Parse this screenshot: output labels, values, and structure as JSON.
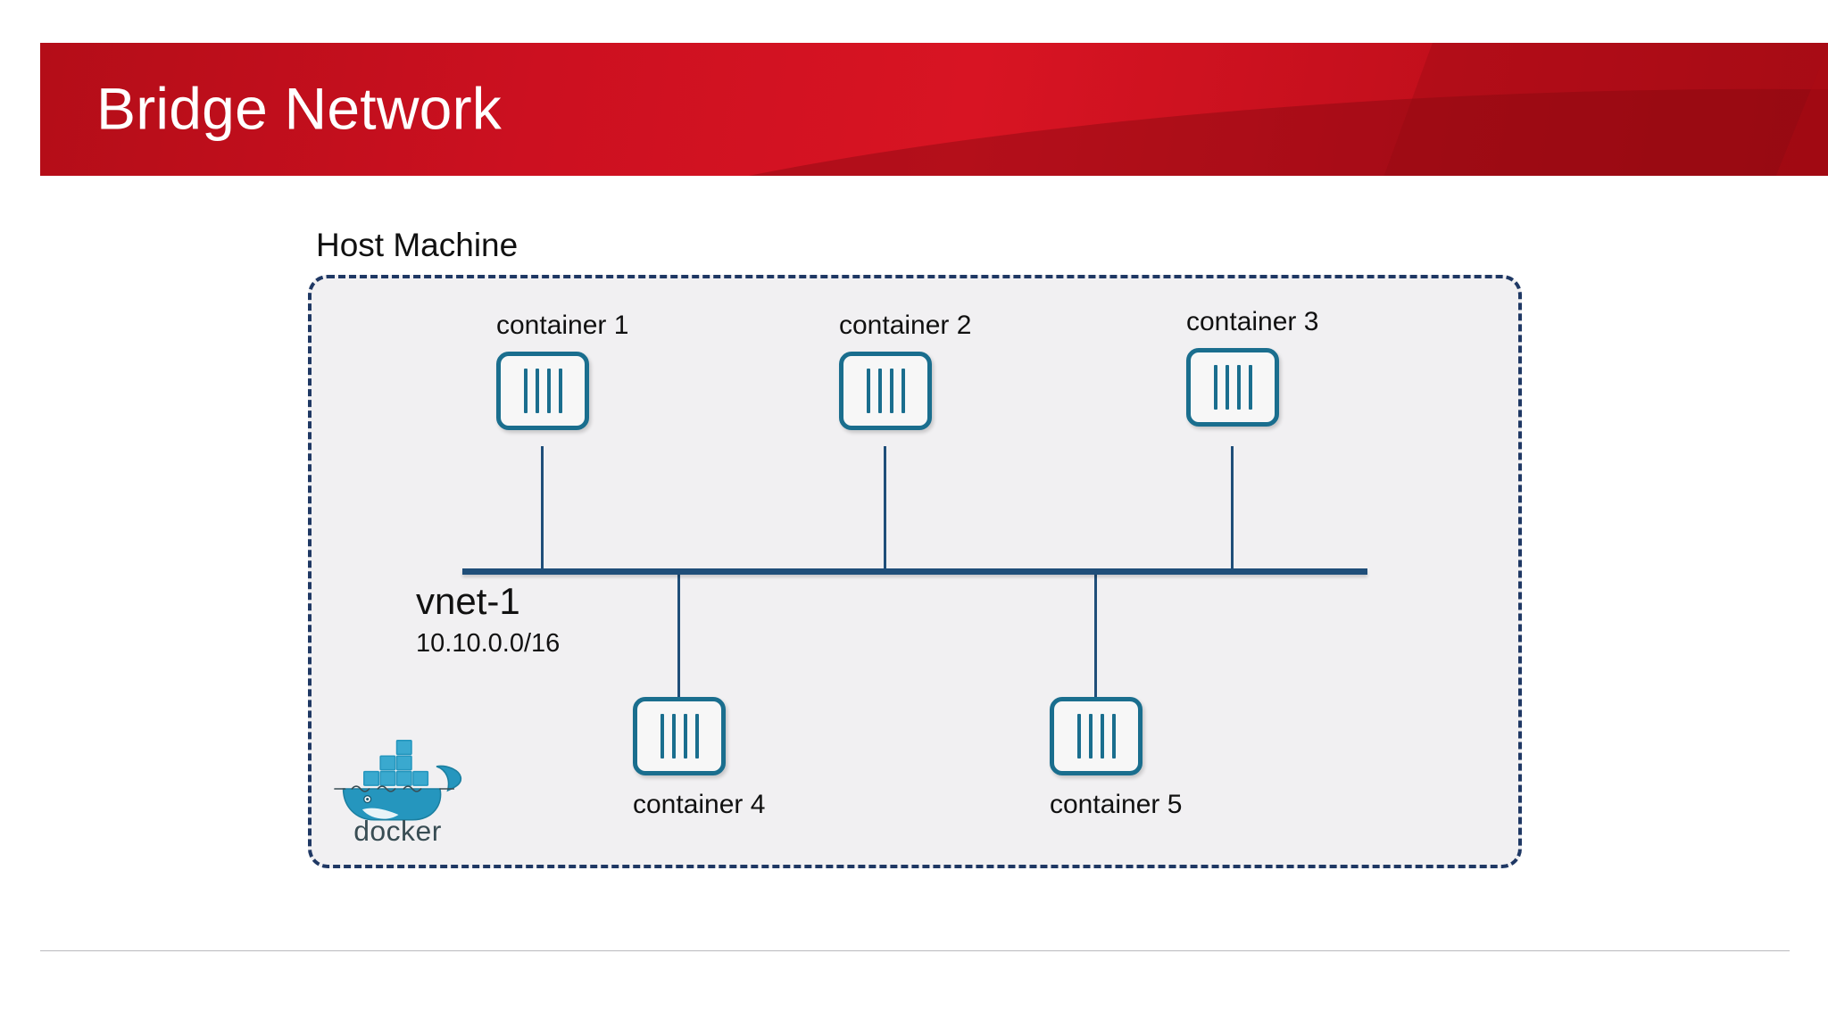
{
  "slide": {
    "title": "Bridge Network",
    "banner_color": "#cc1020",
    "title_color": "#ffffff"
  },
  "diagram": {
    "host_label": "Host Machine",
    "panel_fill": "#f1f0f2",
    "panel_border_color": "#1f3864",
    "bus_color": "#1f4e79",
    "node_color": "#1a6e8e",
    "network": {
      "name": "vnet-1",
      "subnet": "10.10.0.0/16"
    },
    "containers": [
      {
        "label": "container 1",
        "label_position": "above"
      },
      {
        "label": "container 2",
        "label_position": "above"
      },
      {
        "label": "container 3",
        "label_position": "above"
      },
      {
        "label": "container 4",
        "label_position": "below"
      },
      {
        "label": "container 5",
        "label_position": "below"
      }
    ],
    "logo": {
      "name": "docker-logo",
      "wordmark": "docker",
      "wordmark_color": "#394d54",
      "whale_color": "#2596be"
    }
  }
}
